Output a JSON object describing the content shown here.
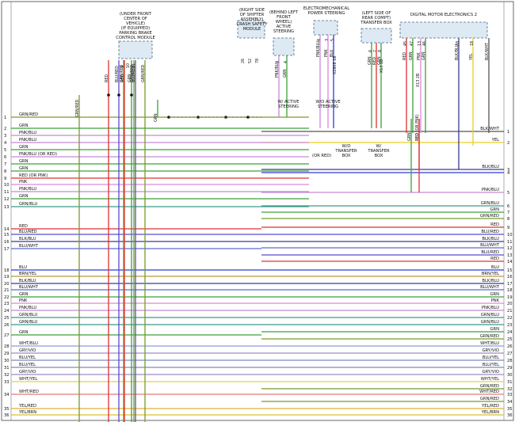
{
  "modules": {
    "parking_brake": [
      "(UNDER FRONT",
      "CENTER OF",
      "VEHICLE)",
      "(IF EQUIPPED)",
      "PARKING BRAKE",
      "CONTROL MODULE"
    ],
    "crash_safety": [
      "(RIGHT SIDE",
      "OF SHIFTER",
      "ASSEMBLY)",
      "CRASH SAFETY",
      "MODULE"
    ],
    "active_steering": [
      "(BEHIND LEFT",
      "FRONT",
      "WHEEL)",
      "ACTIVE",
      "STEERING"
    ],
    "emps": [
      "ELECTROMECHANICAL",
      "POWER STEERING"
    ],
    "transfer_box": [
      "(LEFT SIDE OF",
      "REAR COMPT)",
      "TRANSFER BOX"
    ],
    "dme2": [
      "DIGITAL MOTOR ELECTRONICS 2"
    ]
  },
  "notes": {
    "w_active": [
      "W/ ACTIVE",
      "STEERING"
    ],
    "wo_active": [
      "W/O ACTIVE",
      "STEERING"
    ],
    "wo_transfer": [
      "W/O",
      "TRANSFER",
      "BOX"
    ],
    "w_transfer": [
      "W/",
      "TRANSFER",
      "BOX"
    ],
    "or_red": "(OR RED)"
  },
  "left_labels": [
    {
      "n": "1",
      "t": "GRN/RED",
      "c": "#7a9a2a"
    },
    {
      "n": "2",
      "t": "GRN",
      "c": "#3aa13a"
    },
    {
      "n": "3",
      "t": "PNK/BLU",
      "c": "#c58ad6"
    },
    {
      "n": "4",
      "t": "PNK/BLU",
      "c": "#c58ad6"
    },
    {
      "n": "5",
      "t": "GRN",
      "c": "#3aa13a"
    },
    {
      "n": "6",
      "t": "PNK/BLU   (OR RED)",
      "c": "#c58ad6"
    },
    {
      "n": "7",
      "t": "GRN",
      "c": "#3aa13a"
    },
    {
      "n": "8",
      "t": "GRN",
      "c": "#3aa13a"
    },
    {
      "n": "9",
      "t": "RED   (OR PNK)",
      "c": "#e03030"
    },
    {
      "n": "10",
      "t": "PNK",
      "c": "#d98ad9"
    },
    {
      "n": "11",
      "t": "PNK/BLU",
      "c": "#c58ad6"
    },
    {
      "n": "12",
      "t": "GRN",
      "c": "#3aa13a"
    },
    {
      "n": "13",
      "t": "GRN/BLU",
      "c": "#3a9a8a"
    },
    {
      "n": "14",
      "t": "RED",
      "c": "#e03030"
    },
    {
      "n": "15",
      "t": "BLU/RED",
      "c": "#5a4ad0"
    },
    {
      "n": "16",
      "t": "BLK/BLU",
      "c": "#3a3a90"
    },
    {
      "n": "17",
      "t": "BLU/WHT",
      "c": "#5a6ad8"
    },
    {
      "n": "18",
      "t": "BLU",
      "c": "#2a3ad8"
    },
    {
      "n": "19",
      "t": "BRN/YEL",
      "c": "#b49a3a"
    },
    {
      "n": "20",
      "t": "BLK/BLU",
      "c": "#3a3a90"
    },
    {
      "n": "21",
      "t": "BLU/WHT",
      "c": "#5a6ad8"
    },
    {
      "n": "22",
      "t": "GRN",
      "c": "#3aa13a"
    },
    {
      "n": "23",
      "t": "PNK",
      "c": "#d98ad9"
    },
    {
      "n": "24",
      "t": "PNK/BLU",
      "c": "#c58ad6"
    },
    {
      "n": "25",
      "t": "GRN/BLU",
      "c": "#3a9a8a"
    },
    {
      "n": "26",
      "t": "GRN/BLU",
      "c": "#3a9a8a"
    },
    {
      "n": "27",
      "t": "GRN",
      "c": "#3aa13a"
    },
    {
      "n": "28",
      "t": "WHT/BLU",
      "c": "#8a9ae0"
    },
    {
      "n": "29",
      "t": "GRY/VIO",
      "c": "#a08ac0"
    },
    {
      "n": "30",
      "t": "BLU/YEL",
      "c": "#7a8ac0"
    },
    {
      "n": "31",
      "t": "BLU/YEL",
      "c": "#7a8ac0"
    },
    {
      "n": "32",
      "t": "GRY/VIO",
      "c": "#a08ac0"
    },
    {
      "n": "33",
      "t": "WHT/YEL",
      "c": "#e0d050"
    },
    {
      "n": "34",
      "t": "WHT/RED",
      "c": "#e07a7a"
    },
    {
      "n": "35",
      "t": "YEL/RED",
      "c": "#e0b030"
    },
    {
      "n": "36",
      "t": "YEL/BRN",
      "c": "#d8c030"
    }
  ],
  "right_labels": [
    {
      "n": "1",
      "t": "BLK/WHT",
      "c": "#555555"
    },
    {
      "n": "2",
      "t": "YEL",
      "c": "#e8d020"
    },
    {
      "n": "3",
      "t": "BLK/BLU",
      "c": "#3a3a90"
    },
    {
      "n": "4",
      "t": "",
      "c": "#2a3ad8"
    },
    {
      "n": "5",
      "t": "PNK/BLU",
      "c": "#c58ad6"
    },
    {
      "n": "6",
      "t": "GRN/BLU",
      "c": "#3a9a8a"
    },
    {
      "n": "7",
      "t": "GRN",
      "c": "#3aa13a"
    },
    {
      "n": "8",
      "t": "GRN/RED",
      "c": "#7a9a2a"
    },
    {
      "n": "9",
      "t": "RED",
      "c": "#e03030"
    },
    {
      "n": "10",
      "t": "BLU/RED",
      "c": "#5a4ad0"
    },
    {
      "n": "11",
      "t": "BLK/BLU",
      "c": "#3a3a90"
    },
    {
      "n": "12",
      "t": "BLU/WHT",
      "c": "#5a6ad8"
    },
    {
      "n": "13",
      "t": "BLU/RED",
      "c": "#5a4ad0"
    },
    {
      "n": "14",
      "t": "RED",
      "c": "#e03030"
    },
    {
      "n": "15",
      "t": "BLU",
      "c": "#2a3ad8"
    },
    {
      "n": "16",
      "t": "BRN/YEL",
      "c": "#b49a3a"
    },
    {
      "n": "17",
      "t": "BLK/BLU",
      "c": "#3a3a90"
    },
    {
      "n": "18",
      "t": "BLU/WHT",
      "c": "#5a6ad8"
    },
    {
      "n": "19",
      "t": "GRN",
      "c": "#3aa13a"
    },
    {
      "n": "20",
      "t": "PNK",
      "c": "#d98ad9"
    },
    {
      "n": "21",
      "t": "PNK/BLU",
      "c": "#c58ad6"
    },
    {
      "n": "22",
      "t": "GRN/BLU",
      "c": "#3a9a8a"
    },
    {
      "n": "23",
      "t": "GRN/BLU",
      "c": "#3a9a8a"
    },
    {
      "n": "24",
      "t": "GRN",
      "c": "#3aa13a"
    },
    {
      "n": "25",
      "t": "GRN/RED",
      "c": "#7a9a2a"
    },
    {
      "n": "26",
      "t": "WHT/BLU",
      "c": "#8a9ae0"
    },
    {
      "n": "27",
      "t": "GRY/VIO",
      "c": "#a08ac0"
    },
    {
      "n": "28",
      "t": "BLU/YEL",
      "c": "#7a8ac0"
    },
    {
      "n": "29",
      "t": "BLU/YEL",
      "c": "#7a8ac0"
    },
    {
      "n": "30",
      "t": "GRY/VIO",
      "c": "#a08ac0"
    },
    {
      "n": "31",
      "t": "WHT/YEL",
      "c": "#e0d050"
    },
    {
      "n": "32",
      "t": "GRN/RED",
      "c": "#7a9a2a"
    },
    {
      "n": "33",
      "t": "WHT/RED",
      "c": "#e07a7a"
    },
    {
      "n": "34",
      "t": "GRN/RED",
      "c": "#7a9a2a"
    },
    {
      "n": "35",
      "t": "YEL/RED",
      "c": "#e0b030"
    },
    {
      "n": "36",
      "t": "YEL/BRN",
      "c": "#d8c030"
    }
  ],
  "vertical_wires": [
    {
      "t": "GRN/RED",
      "c": "#7a9a2a"
    },
    {
      "t": "RED",
      "c": "#e03030"
    },
    {
      "t": "BLU/RED",
      "c": "#5a4ad0"
    },
    {
      "t": "GRN/RED",
      "c": "#7a9a2a"
    },
    {
      "t": "GRN",
      "c": "#3aa13a"
    },
    {
      "t": "GRN/RED",
      "c": "#7a9a2a"
    },
    {
      "t": "BLU/RED",
      "c": "#5a4ad0"
    },
    {
      "t": "RED",
      "c": "#e03030"
    },
    {
      "t": "GRN/RED",
      "c": "#7a9a2a"
    },
    {
      "t": "GRN",
      "c": "#3aa13a"
    },
    {
      "t": "PNK/BLU",
      "c": "#c58ad6"
    },
    {
      "t": "GRN",
      "c": "#3aa13a"
    },
    {
      "t": "PNK/BLU",
      "c": "#c58ad6"
    },
    {
      "t": "PNK",
      "c": "#d98ad9"
    },
    {
      "t": "BLU",
      "c": "#2a3ad8"
    },
    {
      "t": "GRN",
      "c": "#3aa13a"
    },
    {
      "t": "RED",
      "c": "#e03030"
    },
    {
      "t": "GRN",
      "c": "#3aa13a"
    },
    {
      "t": "RED",
      "c": "#e03030"
    },
    {
      "t": "GRN",
      "c": "#3aa13a"
    },
    {
      "t": "PNK",
      "c": "#d98ad9"
    },
    {
      "t": "GRN",
      "c": "#3aa13a"
    },
    {
      "t": "RED (OR PNK)",
      "c": "#e03030"
    },
    {
      "t": "GRN",
      "c": "#3aa13a"
    },
    {
      "t": "RED",
      "c": "#e03030"
    },
    {
      "t": "BLK/BLU",
      "c": "#3a3a90"
    },
    {
      "t": "YEL",
      "c": "#e8d020"
    },
    {
      "t": "BLK/WHT",
      "c": "#555555"
    }
  ],
  "pins": {
    "pbcm": [
      "9",
      "10",
      "11"
    ],
    "csm": [
      "26",
      "52",
      "78"
    ],
    "act": [
      "3",
      "4"
    ],
    "emps": [
      "4",
      "3",
      "5"
    ],
    "tb": [
      "6",
      "7",
      "8"
    ],
    "dme": [
      "45",
      "47",
      "13",
      "46",
      "28",
      "18"
    ]
  },
  "connectors": {
    "emps": "X2808 1B",
    "tb": "X13 1B",
    "tb2": "X13 2B"
  }
}
